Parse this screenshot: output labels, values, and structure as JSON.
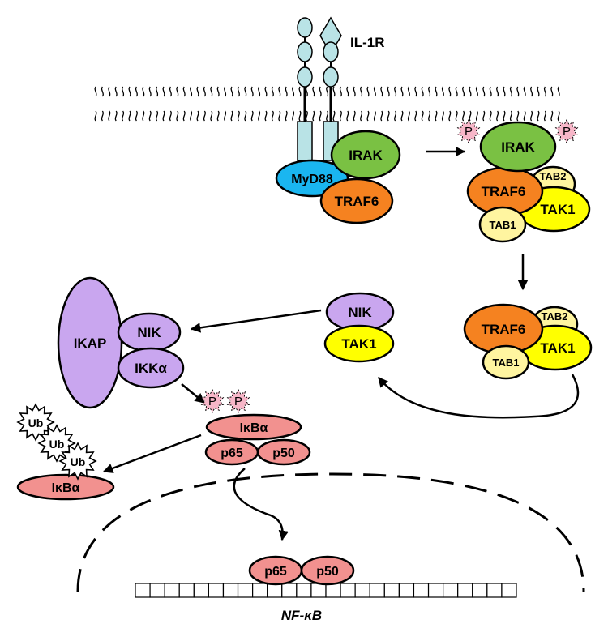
{
  "receptor": {
    "label": "IL-1R"
  },
  "complex1": {
    "myd88": "MyD88",
    "irak": "IRAK",
    "traf6": "TRAF6"
  },
  "complex2": {
    "p_left": "P",
    "p_right": "P",
    "irak": "IRAK",
    "traf6": "TRAF6",
    "tab2": "TAB2",
    "tak1": "TAK1",
    "tab1": "TAB1"
  },
  "complex3": {
    "traf6": "TRAF6",
    "tab2": "TAB2",
    "tak1": "TAK1",
    "tab1": "TAB1"
  },
  "complex4": {
    "nik": "NIK",
    "tak1": "TAK1"
  },
  "ikk_complex": {
    "ikap": "IKAP",
    "nik": "NIK",
    "ikka": "IKKα"
  },
  "ikb_complex": {
    "p_left": "P",
    "p_right": "P",
    "ikba": "IκBα",
    "p65": "p65",
    "p50": "p50"
  },
  "degradation": {
    "ub1": "Ub",
    "ub2": "Ub",
    "ub3": "Ub",
    "ikba": "IκBα"
  },
  "nucleus": {
    "p65": "p65",
    "p50": "p50",
    "gene_label": "NF-κB"
  },
  "colors": {
    "myd88": "#1ab6f0",
    "irak": "#7ac143",
    "traf6": "#f58220",
    "tab": "#fff5a0",
    "tak1": "#ffff00",
    "nik": "#c9a6ef",
    "ikap": "#c9a6ef",
    "ikb": "#f2918f",
    "phospho": "#f7b6c8",
    "receptor": "#b9e3e6"
  }
}
